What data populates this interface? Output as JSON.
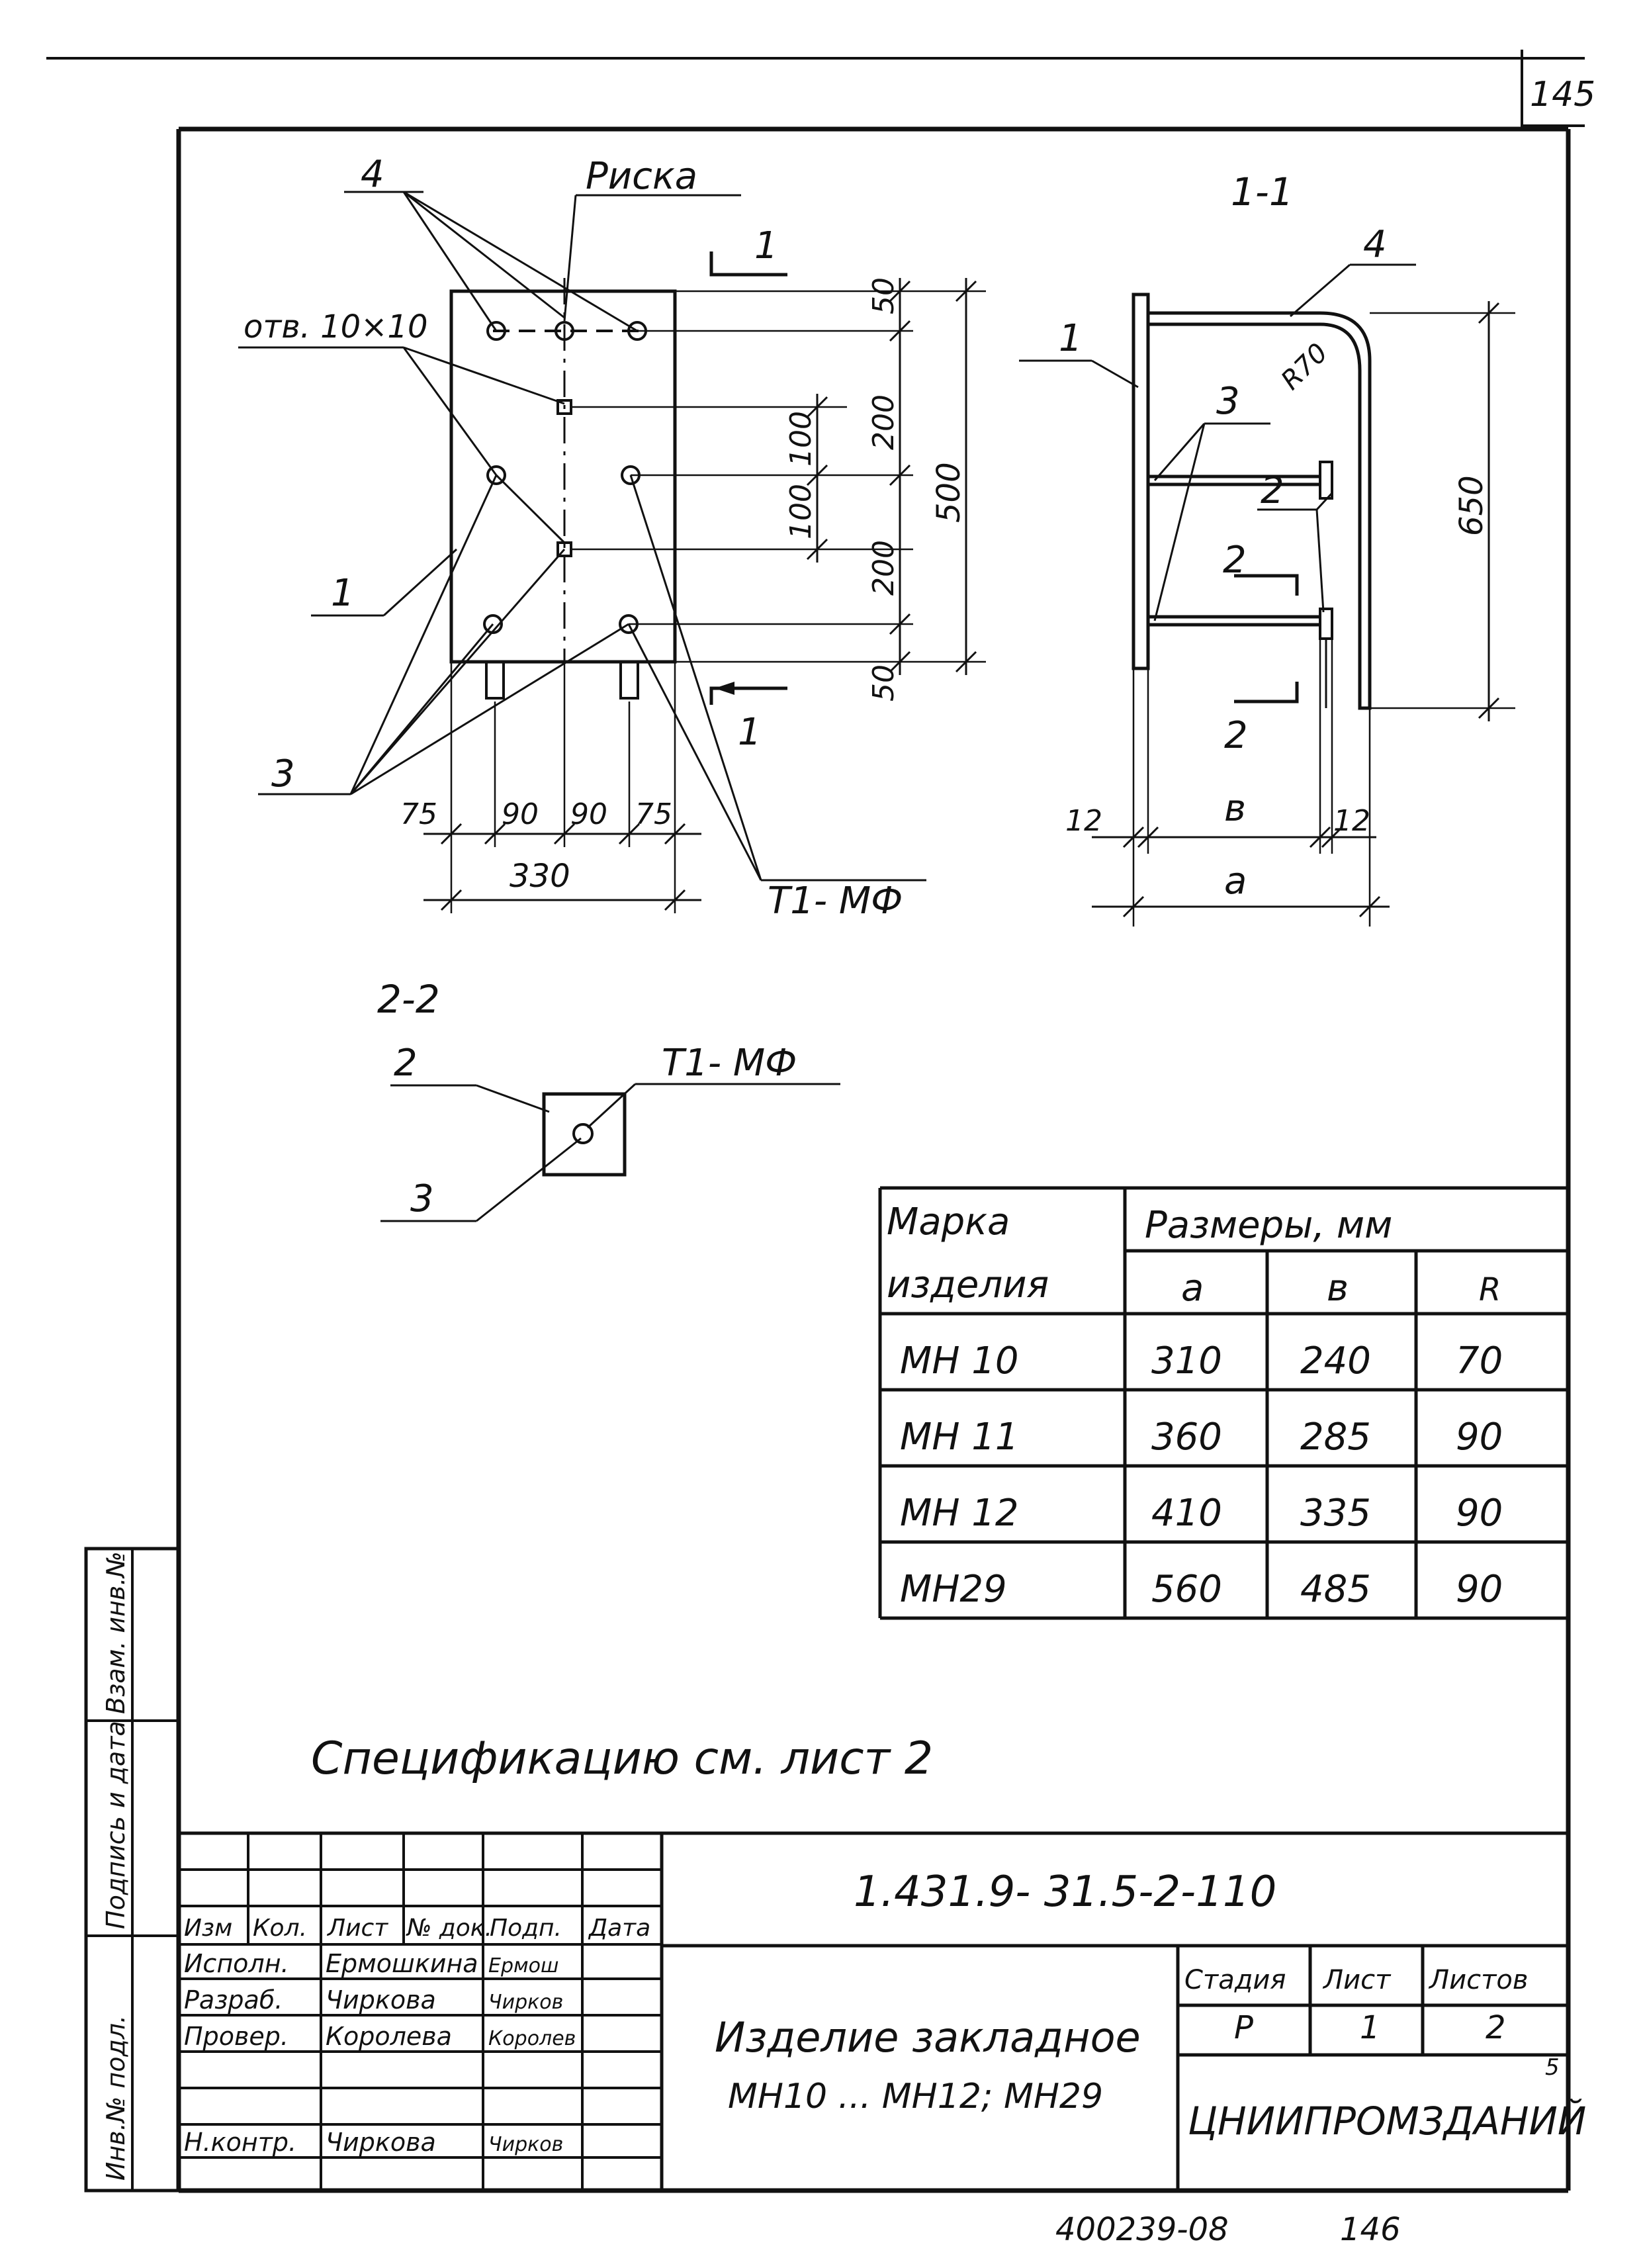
{
  "corner_sheet_no": "145",
  "view_front": {
    "labels": {
      "pos4": "4",
      "riska": "Риска",
      "holes": "отв. 10×10",
      "pos1": "1",
      "pos3": "3",
      "cut_mark": "1",
      "weld": "Т1- МФ"
    },
    "dims_horizontal": [
      "75",
      "90",
      "90",
      "75"
    ],
    "dim_total_width": "330",
    "dims_vertical": [
      "50",
      "200",
      "100",
      "100",
      "200",
      "50"
    ],
    "dim_total_height": "500"
  },
  "section_1_1": {
    "title": "1-1",
    "labels": {
      "pos4": "4",
      "pos1": "1",
      "pos3": "3",
      "pos2": "2",
      "radius": "R70",
      "cut2": "2"
    },
    "dim_height": "650",
    "dim_plate_left": "12",
    "dim_b": "в",
    "dim_plate_right": "12",
    "dim_a": "а"
  },
  "section_2_2": {
    "title": "2-2",
    "labels": {
      "pos2": "2",
      "pos3": "3",
      "weld": "Т1- МФ"
    }
  },
  "size_table": {
    "header_mark": [
      "Марка",
      "изделия"
    ],
    "header_sizes": "Размеры, мм",
    "col_a": "а",
    "col_b": "в",
    "col_r": "R",
    "rows": [
      {
        "mark": "МН 10",
        "a": "310",
        "b": "240",
        "r": "70"
      },
      {
        "mark": "МН 11",
        "a": "360",
        "b": "285",
        "r": "90"
      },
      {
        "mark": "МН 12",
        "a": "410",
        "b": "335",
        "r": "90"
      },
      {
        "mark": "МН29",
        "a": "560",
        "b": "485",
        "r": "90"
      }
    ]
  },
  "note": "Спецификацию см. лист 2",
  "side_stamp": [
    "Взам. инв.№",
    "Подпись и дата",
    "Инв.№ подл."
  ],
  "title_block": {
    "doc_code": "1.431.9- 31.5-2-110",
    "col_headers": [
      "Изм",
      "Кол.",
      "Лист",
      "№ док.",
      "Подп.",
      "Дата"
    ],
    "roles": [
      {
        "role": "Исполн.",
        "name": "Ермошкина",
        "sign": "Ермош"
      },
      {
        "role": "Разраб.",
        "name": "Чиркова",
        "sign": "Чирков"
      },
      {
        "role": "Провер.",
        "name": "Королева",
        "sign": "Королев"
      },
      {
        "role": "",
        "name": "",
        "sign": ""
      },
      {
        "role": "Н.контр.",
        "name": "Чиркова",
        "sign": "Чирков"
      }
    ],
    "product_title": "Изделие закладное",
    "product_marks": "МН10 ... МН12; МН29",
    "stage_header": "Стадия",
    "sheet_header": "Лист",
    "sheets_header": "Листов",
    "stage": "Р",
    "sheet": "1",
    "sheets": "2",
    "org": "ЦНИИПРОМЗДАНИЙ",
    "org_mark": "5"
  },
  "bottom_code": "400239-08",
  "bottom_page": "146"
}
